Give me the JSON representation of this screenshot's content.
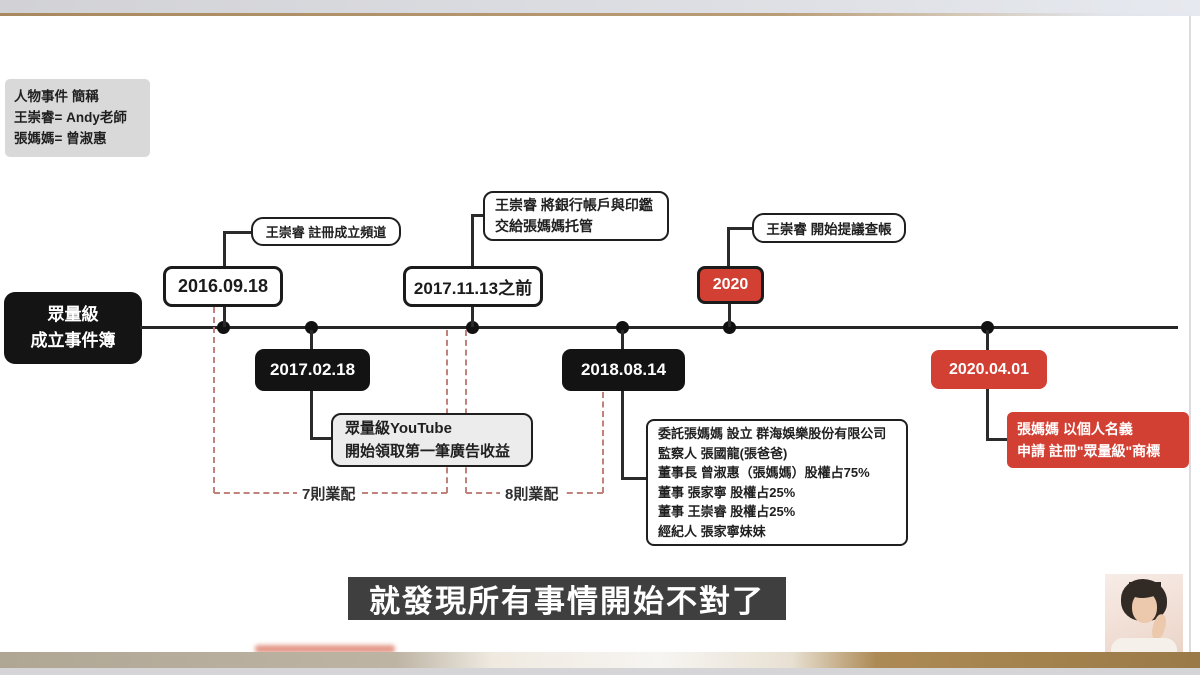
{
  "video": {
    "subtitle": "就發現所有事情開始不對了"
  },
  "legend": {
    "lines": [
      "人物事件 簡稱",
      "王崇睿= Andy老師",
      "張媽媽= 曾淑惠"
    ]
  },
  "origin": {
    "lines": [
      "眾量級",
      "成立事件簿"
    ]
  },
  "events": [
    {
      "date": "2016.09.18",
      "type": "milestone-white",
      "note_lines": [
        "王崇睿 註冊成立頻道"
      ]
    },
    {
      "date": "2017.02.18",
      "type": "milestone-black",
      "note_lines": [
        "眾量級YouTube",
        "開始領取第一筆廣告收益"
      ]
    },
    {
      "date": "2017.11.13之前",
      "type": "milestone-white",
      "note_lines": [
        "王崇睿 將銀行帳戶與印鑑",
        "交給張媽媽托管"
      ]
    },
    {
      "date": "2018.08.14",
      "type": "milestone-black",
      "note_lines": [
        "委託張媽媽 設立 群海娛樂股份有限公司",
        "監察人 張國龍(張爸爸)",
        "董事長 曾淑惠（張媽媽）股權占75%",
        "董事 張家寧 股權占25%",
        "董事 王崇睿 股權占25%",
        "經紀人 張家寧妹妹"
      ]
    },
    {
      "date": "2020",
      "type": "milestone-red",
      "note_lines": [
        "王崇睿 開始提議查帳"
      ]
    },
    {
      "date": "2020.04.01",
      "type": "milestone-red",
      "note_lines": [
        "張媽媽 以個人名義",
        "申請 註冊\"眾量級\"商標"
      ]
    }
  ],
  "sponsor_brackets": [
    {
      "label": "7則業配"
    },
    {
      "label": "8則業配"
    }
  ],
  "colors": {
    "accent_red": "#d23f33",
    "box_black": "#131313",
    "dash_pink": "#c0827a"
  }
}
